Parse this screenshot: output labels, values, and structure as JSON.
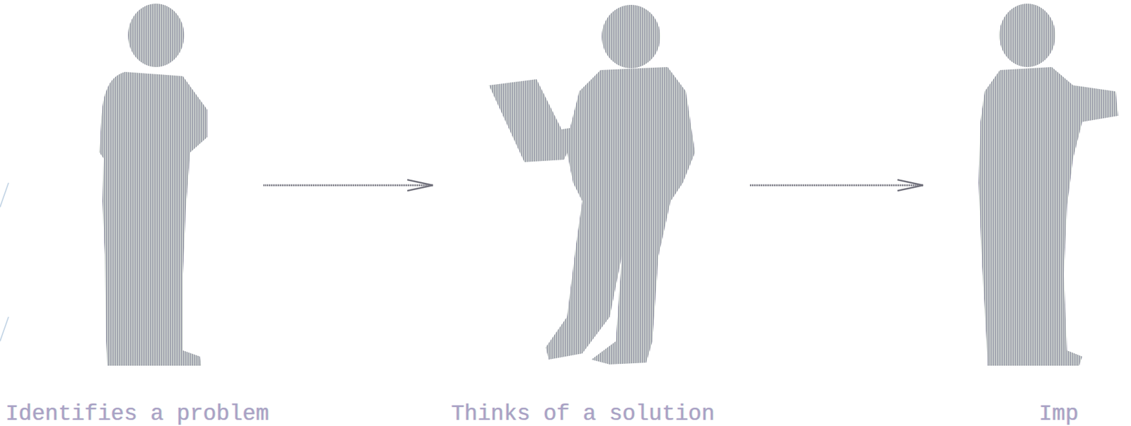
{
  "diagram": {
    "nodes": [
      {
        "text": [
          "Identifies a problem"
        ]
      },
      {
        "text": [
          "Thinks of a solution"
        ]
      },
      {
        "text": [
          "Imp"
        ]
      }
    ],
    "edges": [
      {
        "from": 0,
        "to": 1,
        "arrow": "to"
      },
      {
        "from": 1,
        "to": 2,
        "arrow": "to"
      }
    ]
  }
}
